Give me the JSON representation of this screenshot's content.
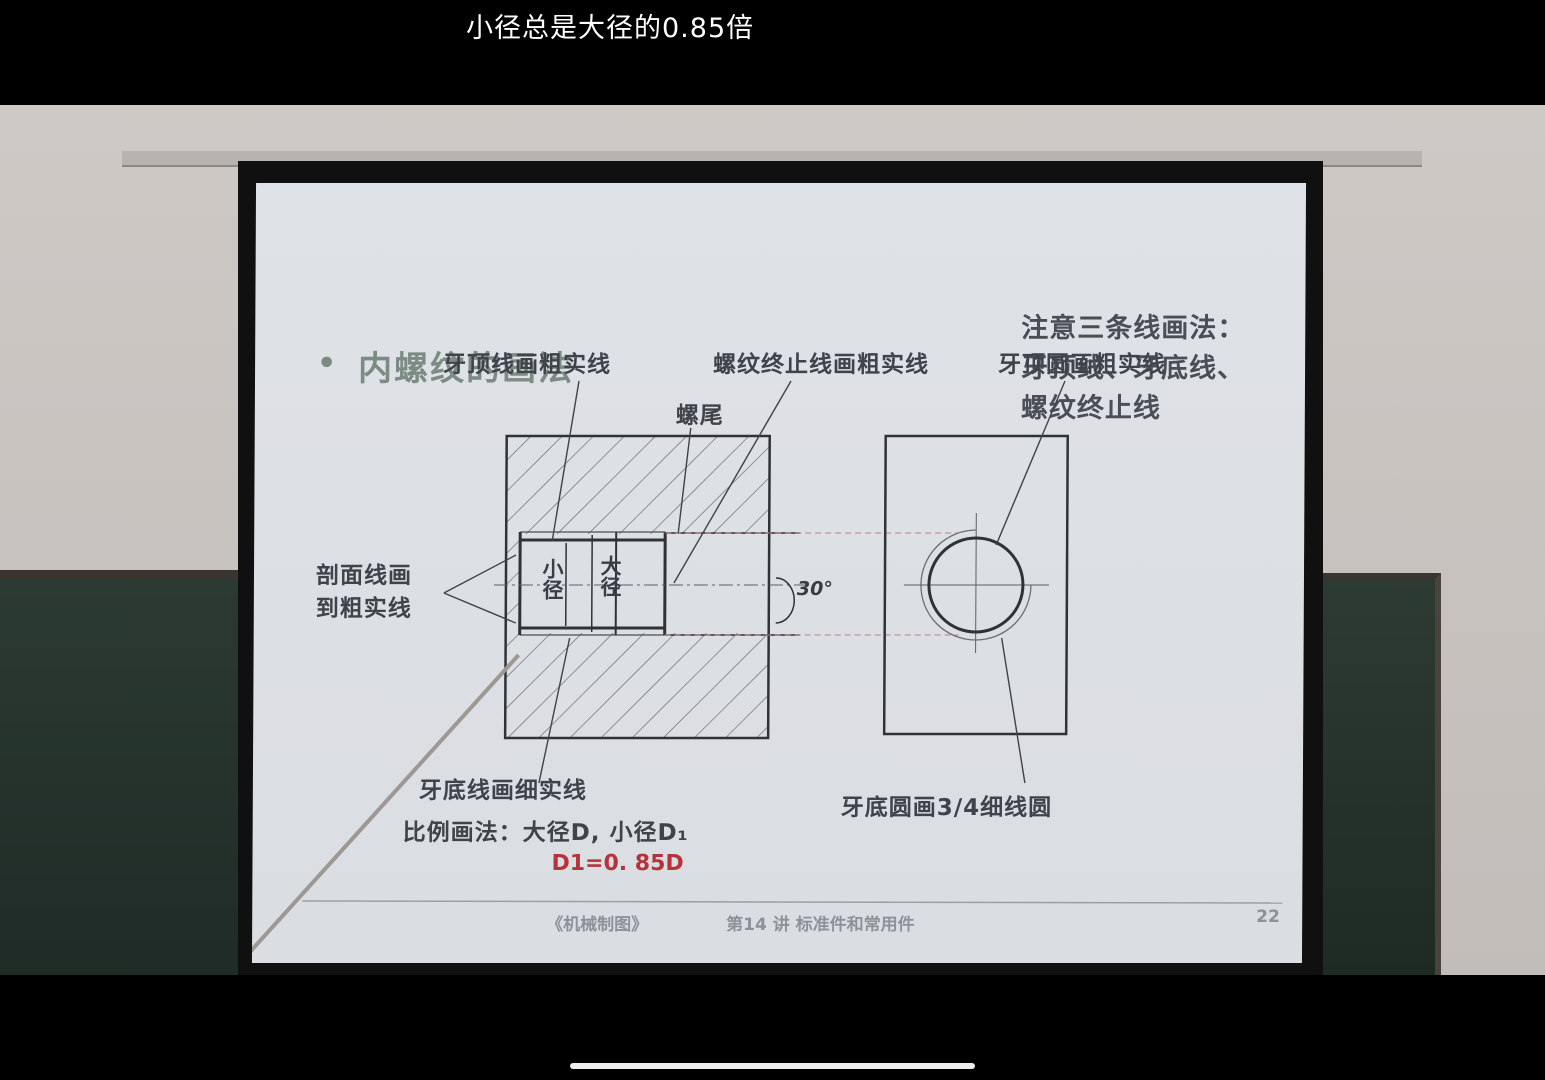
{
  "subtitle": "小径总是大径的0.85倍",
  "slide": {
    "bullet": "•",
    "title": "内螺纹的画法",
    "note": [
      "注意三条线画法：",
      "牙顶线、牙底线、",
      "螺纹终止线"
    ],
    "labels": {
      "crest_line": "牙顶线画粗实线",
      "termination_line": "螺纹终止线画粗实线",
      "crest_circle": "牙顶圆画粗实线",
      "thread_tail": "螺尾",
      "section_hatch_1": "剖面线画",
      "section_hatch_2": "到粗实线",
      "root_line": "牙底线画细实线",
      "proportion": "比例画法：大径D, 小径D₁",
      "root_circle": "牙底圆画3/4细线圆"
    },
    "formula": "D1=0. 85D",
    "dims": {
      "minor": "小径",
      "major": "大径",
      "angle": "30°"
    },
    "footer": {
      "book": "《机械制图》",
      "lecture": "第14 讲  标准件和常用件",
      "page": "22"
    }
  }
}
